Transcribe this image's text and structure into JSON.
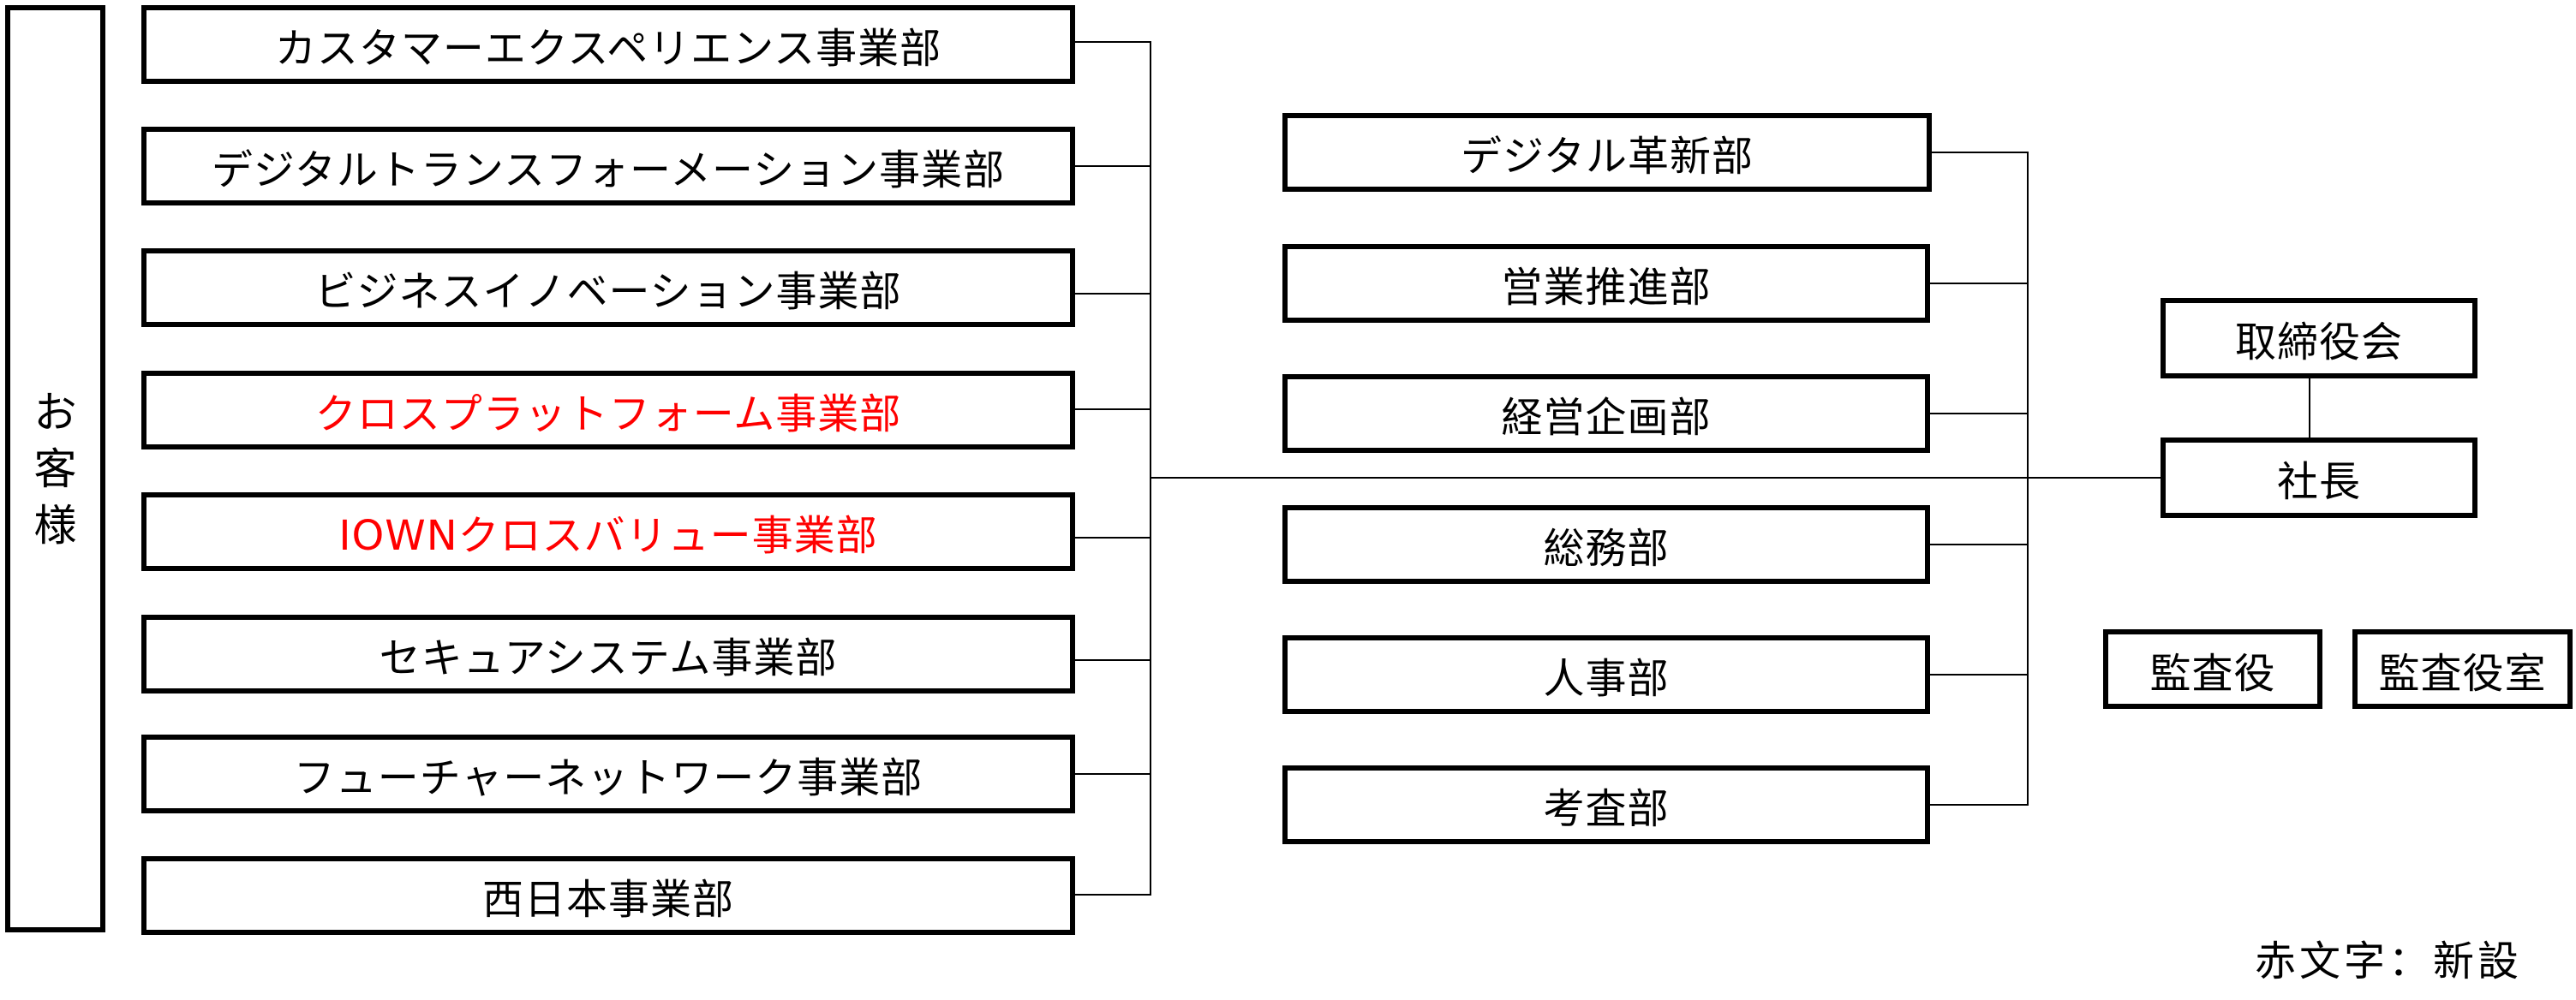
{
  "customer": {
    "chars": [
      "お",
      "客",
      "様"
    ],
    "label": "お客様"
  },
  "business_units": [
    {
      "label": "カスタマーエクスペリエンス事業部",
      "new": false
    },
    {
      "label": "デジタルトランスフォーメーション事業部",
      "new": false
    },
    {
      "label": "ビジネスイノベーション事業部",
      "new": false
    },
    {
      "label": "クロスプラットフォーム事業部",
      "new": true
    },
    {
      "label": "IOWNクロスバリュー事業部",
      "new": true
    },
    {
      "label": "セキュアシステム事業部",
      "new": false
    },
    {
      "label": "フューチャーネットワーク事業部",
      "new": false
    },
    {
      "label": "西日本事業部",
      "new": false
    }
  ],
  "staff_departments": [
    {
      "label": "デジタル革新部"
    },
    {
      "label": "営業推進部"
    },
    {
      "label": "経営企画部"
    },
    {
      "label": "総務部"
    },
    {
      "label": "人事部"
    },
    {
      "label": "考査部"
    }
  ],
  "executive": {
    "board": "取締役会",
    "president": "社長",
    "auditor": "監査役",
    "auditor_office": "監査役室"
  },
  "legend": {
    "text": "赤文字：新設"
  },
  "colors": {
    "new_text": "#ff0000",
    "line": "#000000"
  }
}
